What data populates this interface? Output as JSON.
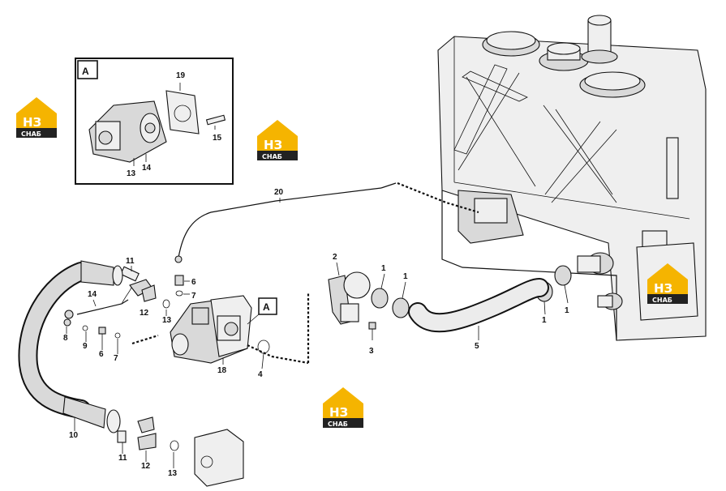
{
  "inset": {
    "letter": "A",
    "callouts": [
      "19",
      "15",
      "13",
      "14"
    ]
  },
  "callouts": {
    "c20": "20",
    "c11a": "11",
    "c14": "14",
    "c12a": "12",
    "c13a": "13",
    "c6": "6",
    "c7a": "7",
    "c8": "8",
    "c9": "9",
    "c6b": "6",
    "c7b": "7",
    "c18": "18",
    "c4": "4",
    "cA": "A",
    "c2": "2",
    "c1a": "1",
    "c1b": "1",
    "c3": "3",
    "c5": "5",
    "c1c": "1",
    "c1d": "1",
    "c10": "10",
    "c11b": "11",
    "c12b": "12",
    "c13b": "13"
  },
  "watermark": {
    "top": "НЗ",
    "bottom": "СНАБ",
    "colors": {
      "top": "#f5b400",
      "bottom": "#222222"
    }
  }
}
